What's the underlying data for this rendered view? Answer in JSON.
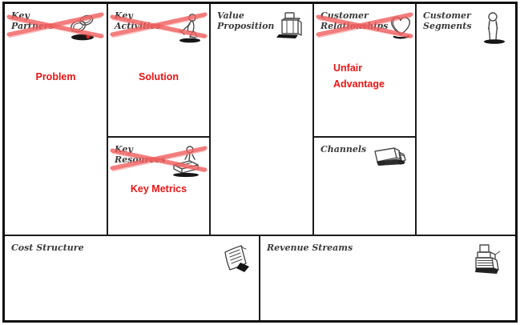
{
  "colors": {
    "overlay_red": "#ec1313",
    "cross_red": "#f15f5f",
    "heading_gray": "#3a3a3a",
    "border_black": "#101010"
  },
  "cells": {
    "key_partners": {
      "title": "Key Partners",
      "crossed_out": true,
      "overlay": "Problem",
      "icon": "chain-links-icon"
    },
    "key_activities": {
      "title": "Key Activities",
      "crossed_out": true,
      "overlay": "Solution",
      "icon": "worker-icon"
    },
    "key_resources": {
      "title": "Key Resources",
      "crossed_out": true,
      "overlay": "Key Metrics",
      "icon": "person-with-box-icon"
    },
    "value_proposition": {
      "title": "Value Proposition",
      "crossed_out": false,
      "icon": "gift-box-icon"
    },
    "customer_relationships": {
      "title": "Customer Relationships",
      "crossed_out": true,
      "overlay": "Unfair Advantage",
      "icon": "heart-icon"
    },
    "channels": {
      "title": "Channels",
      "crossed_out": false,
      "icon": "truck-icon"
    },
    "customer_segments": {
      "title": "Customer Segments",
      "crossed_out": false,
      "icon": "person-icon"
    },
    "cost_structure": {
      "title": "Cost Structure",
      "crossed_out": false,
      "icon": "receipt-icon"
    },
    "revenue_streams": {
      "title": "Revenue Streams",
      "crossed_out": false,
      "icon": "cash-register-icon"
    }
  }
}
